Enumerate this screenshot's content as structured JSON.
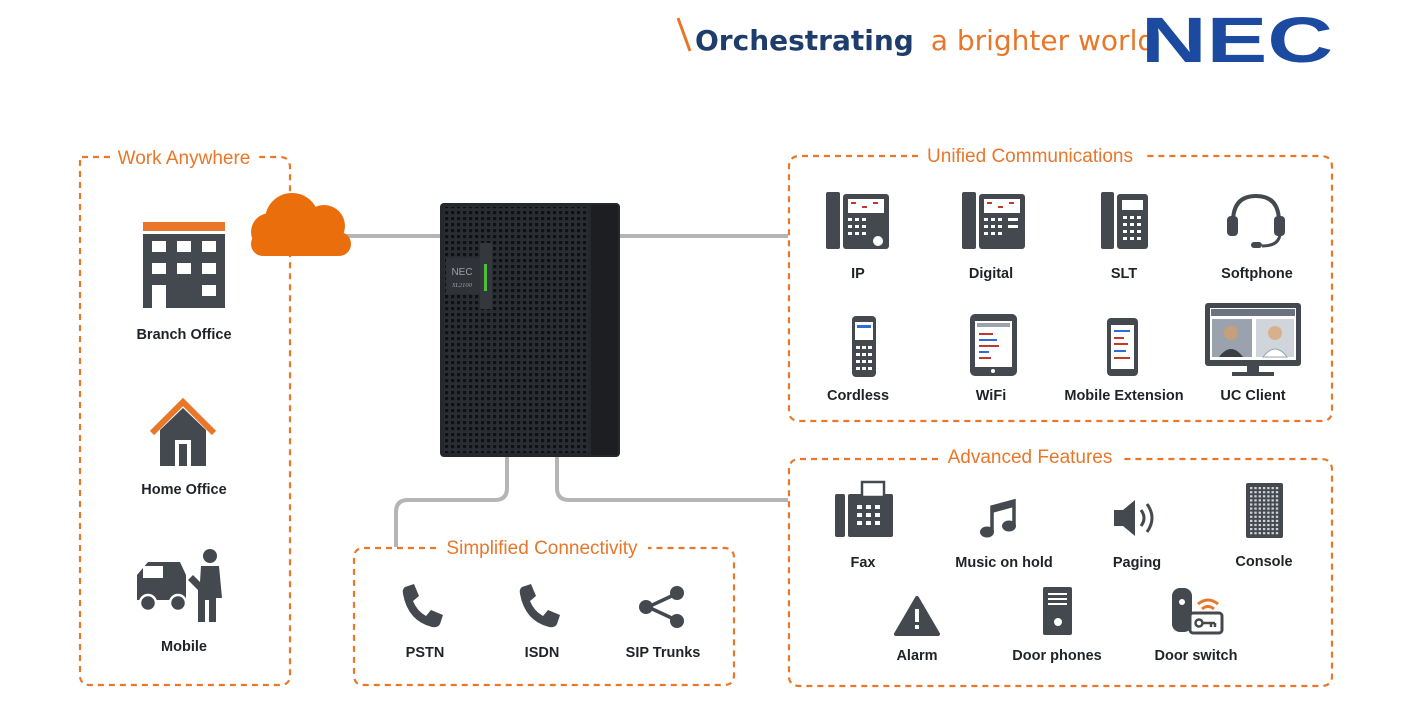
{
  "header": {
    "tagline_part1": "Orchestrating",
    "tagline_part2": "a brighter world",
    "logo_text": "NEC",
    "logo_color": "#1b4aa0",
    "tagline_color": "#e8772a",
    "tagline_dark": "#1e3d6b"
  },
  "colors": {
    "accent": "#e8772a",
    "icon": "#44484f",
    "cable": "#b5b5b5"
  },
  "pbx": {
    "brand": "NEC",
    "model": "SL2100"
  },
  "groups": {
    "work_anywhere": {
      "title": "Work Anywhere",
      "items": [
        {
          "label": "Branch Office",
          "icon": "building-icon"
        },
        {
          "label": "Home Office",
          "icon": "house-icon"
        },
        {
          "label": "Mobile",
          "icon": "mobile-worker-icon"
        }
      ]
    },
    "unified_communications": {
      "title": "Unified Communications",
      "items": [
        {
          "label": "IP",
          "icon": "ip-phone-icon"
        },
        {
          "label": "Digital",
          "icon": "digital-phone-icon"
        },
        {
          "label": "SLT",
          "icon": "slt-phone-icon"
        },
        {
          "label": "Softphone",
          "icon": "headset-icon"
        },
        {
          "label": "Cordless",
          "icon": "cordless-phone-icon"
        },
        {
          "label": "WiFi",
          "icon": "wifi-phone-icon"
        },
        {
          "label": "Mobile Extension",
          "icon": "smartphone-icon"
        },
        {
          "label": "UC Client",
          "icon": "video-monitor-icon"
        }
      ]
    },
    "advanced_features": {
      "title": "Advanced Features",
      "items": [
        {
          "label": "Fax",
          "icon": "fax-icon"
        },
        {
          "label": "Music on hold",
          "icon": "music-note-icon"
        },
        {
          "label": "Paging",
          "icon": "speaker-icon"
        },
        {
          "label": "Console",
          "icon": "console-icon"
        },
        {
          "label": "Alarm",
          "icon": "warning-icon"
        },
        {
          "label": "Door phones",
          "icon": "door-phone-icon"
        },
        {
          "label": "Door switch",
          "icon": "door-switch-icon"
        }
      ]
    },
    "simplified_connectivity": {
      "title": "Simplified Connectivity",
      "items": [
        {
          "label": "PSTN",
          "icon": "phone-handset-icon"
        },
        {
          "label": "ISDN",
          "icon": "phone-handset-icon"
        },
        {
          "label": "SIP Trunks",
          "icon": "share-icon"
        }
      ]
    }
  }
}
